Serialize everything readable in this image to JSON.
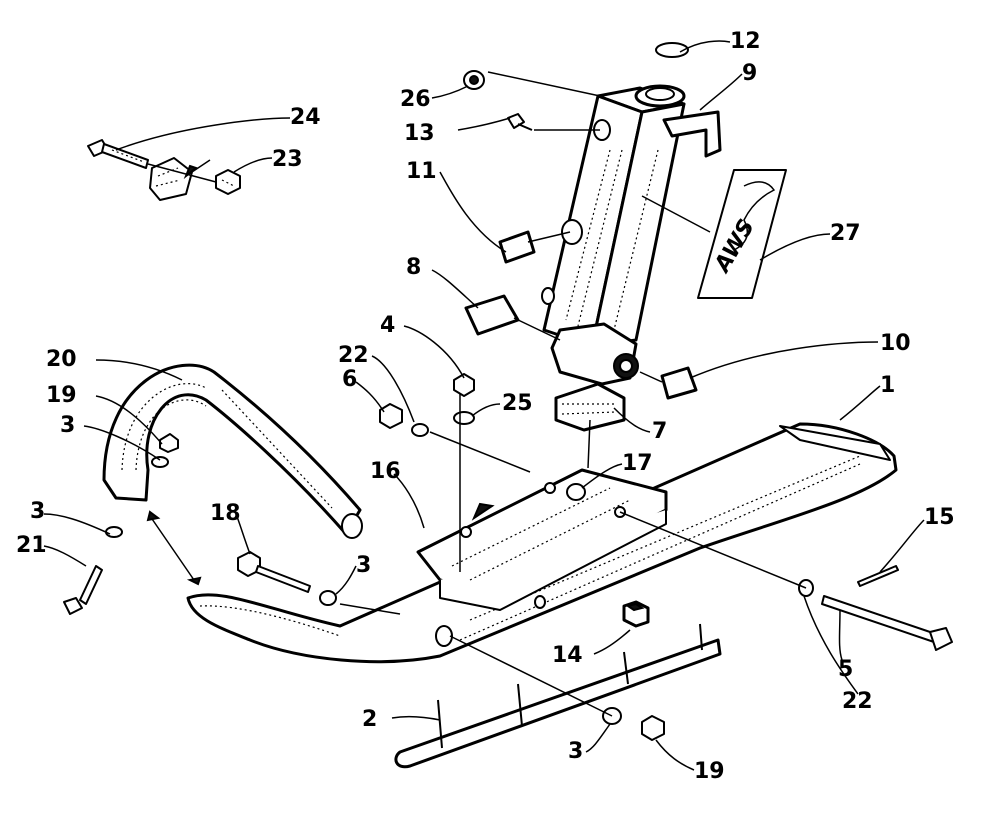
{
  "diagram": {
    "decal_text": "AWS",
    "callouts": [
      "12",
      "9",
      "26",
      "13",
      "24",
      "23",
      "11",
      "27",
      "8",
      "4",
      "22",
      "10",
      "20",
      "6",
      "25",
      "19",
      "3",
      "1",
      "7",
      "16",
      "17",
      "3",
      "21",
      "18",
      "3",
      "15",
      "14",
      "5",
      "22",
      "2",
      "3",
      "19"
    ]
  }
}
